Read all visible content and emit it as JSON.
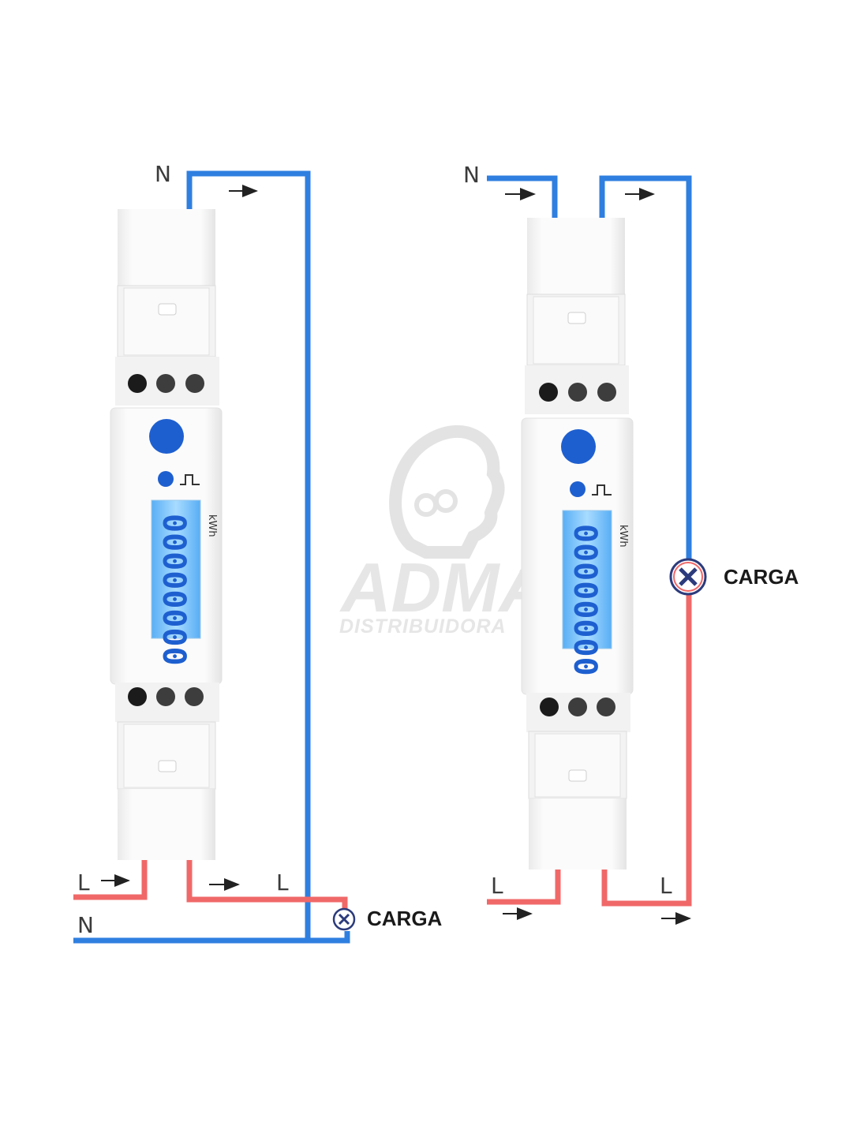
{
  "diagram_left": {
    "neutral_top_label": "N",
    "line_in_label": "L",
    "line_out_label": "L",
    "neutral_bottom_label": "N",
    "load_label": "CARGA",
    "meter_unit": "kWh",
    "display_digits": "00000000"
  },
  "diagram_right": {
    "neutral_in_label": "N",
    "line_in_label": "L",
    "line_out_label": "L",
    "load_label": "CARGA",
    "meter_unit": "kWh",
    "display_digits": "00000000"
  },
  "watermark": {
    "brand": "ADMA",
    "registered": "®",
    "subtitle": "DISTRIBUIDORA"
  },
  "colors": {
    "neutral_wire": "#2f7fe0",
    "line_wire": "#f06868",
    "lcd_bg": "#7ec8ff",
    "button_blue": "#1e5fd0"
  }
}
